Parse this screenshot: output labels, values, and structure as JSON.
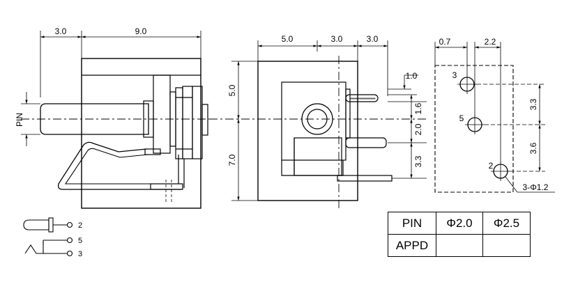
{
  "side_view": {
    "dim_top_left": "3.0",
    "dim_top_right": "9.0",
    "pin_label": "PIN"
  },
  "front_view": {
    "dim_top_a": "5.0",
    "dim_top_b": "3.0",
    "dim_top_c": "3.0",
    "dim_left_upper": "5.0",
    "dim_left_lower": "7.0",
    "dim_pin_thickness": "1.0",
    "dim_r1": "1.6",
    "dim_r2": "2.0",
    "dim_r3": "3.3"
  },
  "footprint": {
    "dim_top_a": "0.7",
    "dim_top_b": "2.2",
    "dim_right_upper": "3.3",
    "dim_right_lower": "3.6",
    "pin3": "3",
    "pin5": "5",
    "pin2": "2",
    "hole_note": "3-Φ1.2"
  },
  "schematic": {
    "pin2": "2",
    "pin5": "5",
    "pin3": "3"
  },
  "table": {
    "header": [
      "PIN",
      "Φ2.0",
      "Φ2.5"
    ],
    "row": [
      "APPD",
      "",
      ""
    ]
  }
}
